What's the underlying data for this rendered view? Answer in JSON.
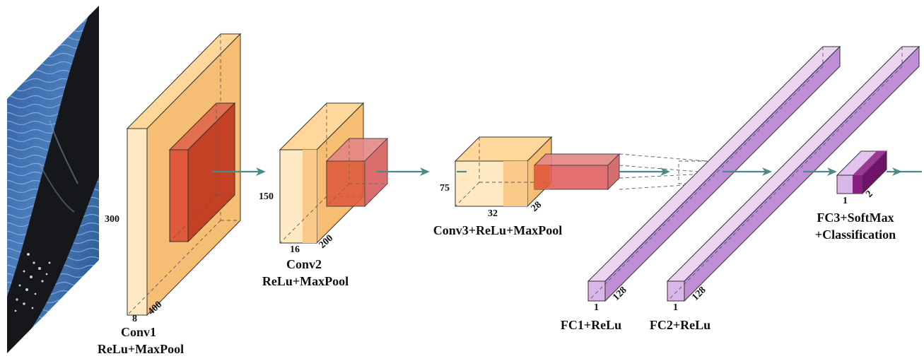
{
  "colors": {
    "layer_front": "#FDE3AF",
    "layer_light": "#FFE9C2",
    "layer_side": "#F6BE74",
    "layer_top": "#FFD79A",
    "filter_front": "#DF5A3A",
    "filter_side": "#C44124",
    "filter_translucent": "#E16060",
    "fc_front": "#D9B6E8",
    "fc_side": "#BF8FD6",
    "fc_top": "#EAD4F2",
    "fc3_dark": "#8A1F82",
    "arrow": "#4A8A88",
    "ocean_dark": "#1B3F79",
    "ocean_light": "#6E9CD0",
    "fin": "#15171B"
  },
  "input_image": {
    "icon": "orca-dorsal-fin-photo"
  },
  "conv1": {
    "title": "Conv1",
    "subtitle": "ReLu+MaxPool",
    "height_dim": "300",
    "width_dim": "8",
    "depth_dim": "400"
  },
  "conv2": {
    "title": "Conv2",
    "subtitle": "ReLu+MaxPool",
    "height_dim": "150",
    "width_dim": "16",
    "depth_dim": "200"
  },
  "conv3": {
    "title": "Conv3+ReLu+MaxPool",
    "height_dim": "75",
    "width_dim": "32",
    "depth_dim": "28"
  },
  "fc1": {
    "title": "FC1+ReLu",
    "width_dim": "1",
    "depth_dim": "128"
  },
  "fc2": {
    "title": "FC2+ReLu",
    "width_dim": "1",
    "depth_dim": "128"
  },
  "fc3": {
    "title_line1": "FC3+SoftMax",
    "title_line2": "+Classification",
    "width_dim": "1",
    "depth_dim": "2"
  }
}
